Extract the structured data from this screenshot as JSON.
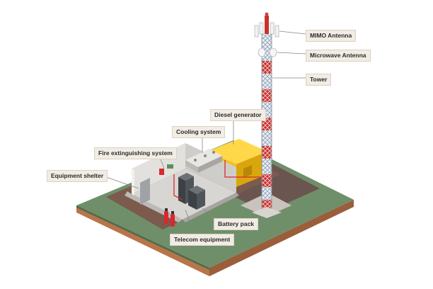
{
  "labels": {
    "mimo_antenna": "MIMO Antenna",
    "microwave_antenna": "Microwave Antenna",
    "tower": "Tower",
    "diesel_generator": "Diesel generator",
    "cooling_system": "Cooling system",
    "fire_extinguishing_system": "Fire extinguishing system",
    "equipment_shelter": "Equipment shelter",
    "battery_pack": "Battery pack",
    "telecom_equipment": "Telecom equipment"
  },
  "colors": {
    "grass": "#6f8f6a",
    "soil": "#8a5a3b",
    "gravel": "#6b5550",
    "tower_red": "#c8322e",
    "tower_white": "#e9eef3",
    "generator_yellow": "#f2c21b",
    "extinguisher_red": "#d9282e",
    "label_bg": "#f1ece4"
  }
}
